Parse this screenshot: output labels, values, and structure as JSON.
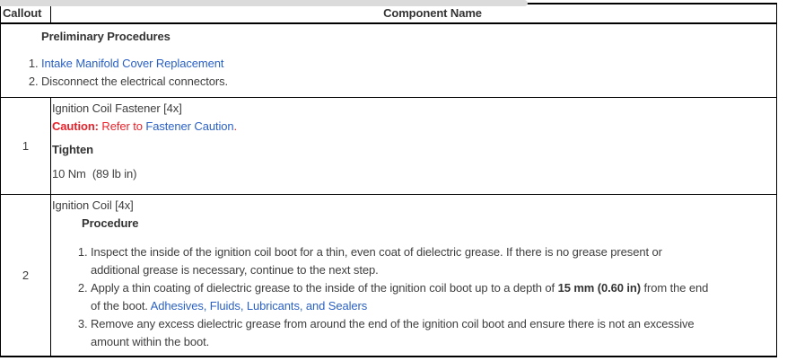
{
  "colors": {
    "link_blue": "#2b61c4",
    "caution_red": "#e8222a",
    "table_border": "#000000",
    "scrollbar_thumb": "#dbdbdb"
  },
  "table": {
    "headers": {
      "callout": "Callout",
      "component": "Component Name"
    },
    "preliminary": {
      "title": "Preliminary Procedures",
      "steps": [
        {
          "link": "Intake Manifold Cover Replacement"
        },
        {
          "text": "Disconnect the electrical connectors."
        }
      ]
    },
    "rows": [
      {
        "callout": "1",
        "name": "Ignition Coil Fastener [4x]",
        "caution": {
          "label": "Caution:",
          "prefix": " Refer to ",
          "link": "Fastener Caution",
          "suffix": "."
        },
        "tighten": "Tighten",
        "torque": "10 Nm  (89 lb in)"
      },
      {
        "callout": "2",
        "name": "Ignition Coil [4x]",
        "procedure_label": "Procedure",
        "steps": {
          "s1": {
            "line1": "Inspect the inside of the ignition coil boot for a thin, even coat of dielectric grease. If there is no grease present or",
            "line2": "additional grease is necessary, continue to the next step."
          },
          "s2": {
            "pre": "Apply a thin coating of dielectric grease to the inside of the ignition coil boot up to a depth of ",
            "bold": "15 mm (0.60 in)",
            "post": " from the end",
            "line2pre": "of the boot. ",
            "link": "Adhesives, Fluids, Lubricants, and Sealers"
          },
          "s3": {
            "line1": "Remove any excess dielectric grease from around the end of the ignition coil boot and ensure there is not an excessive",
            "line2": "amount within the boot."
          }
        }
      }
    ]
  }
}
